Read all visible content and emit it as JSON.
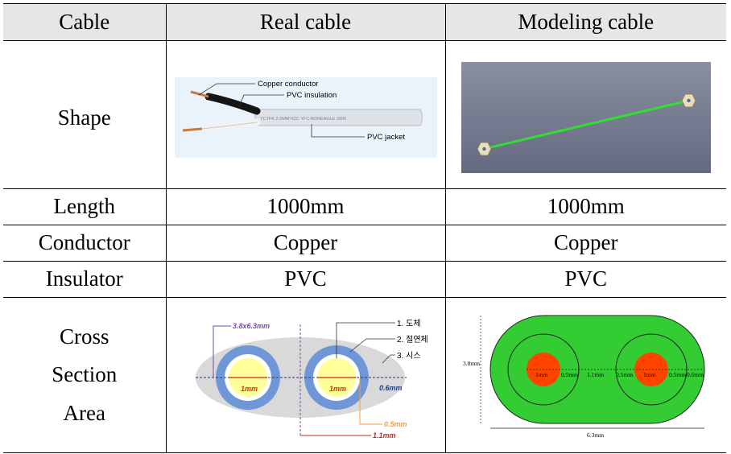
{
  "table": {
    "headers": [
      "Cable",
      "Real  cable",
      "Modeling  cable"
    ],
    "rows": {
      "shape": {
        "label": "Shape"
      },
      "length": {
        "label": "Length",
        "real": "1000mm",
        "model": "1000mm"
      },
      "conductor": {
        "label": "Conductor",
        "real": "Copper",
        "model": "Copper"
      },
      "insulator": {
        "label": "Insulator",
        "real": "PVC",
        "model": "PVC"
      },
      "cross": {
        "label_lines": [
          "Cross",
          "Section",
          "Area"
        ]
      }
    }
  },
  "real_cable_photo": {
    "callouts": [
      "Copper conductor",
      "PVC insulation",
      "PVC jacket"
    ],
    "jacket_print": "YCTFK 2.0MM²X2C YFC-BONEAGLE 2006"
  },
  "real_cross_section": {
    "outer_dim": "3.8x6.3mm",
    "conductor_dia": "1mm",
    "sheath_thickness": "0.6mm",
    "insulation_thickness": "0.5mm",
    "spacing": "1.1mm",
    "legend": [
      "1. 도체",
      "2. 절연체",
      "3. 시스"
    ],
    "colors": {
      "sheath": "#d9d9d9",
      "insulation": "#6f96d6",
      "conductor": "#ffff99"
    }
  },
  "model_cross_section": {
    "height": "3.8mm",
    "width": "6.3mm",
    "conductor_dia_left": "1mm",
    "conductor_dia_right": "1mm",
    "gaps": [
      "0.5mm",
      "1.1mm",
      "0.5mm",
      "0.5mm",
      "0.6mm"
    ],
    "colors": {
      "sheath": "#33cc33",
      "conductor": "#ff4400"
    }
  }
}
